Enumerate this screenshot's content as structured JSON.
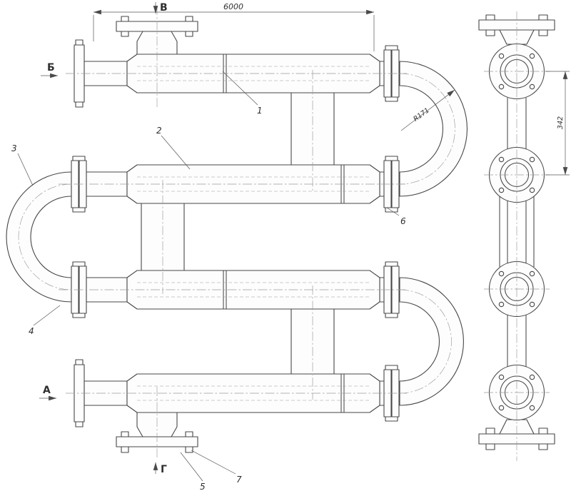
{
  "colors": {
    "line": "#474747",
    "centerline": "#9a9a9a",
    "background": "#ffffff"
  },
  "drawing": {
    "view_labels": {
      "top": "В",
      "left_upper": "Б",
      "left_lower": "А",
      "bottom": "Г"
    },
    "dimensions": {
      "overall_length": "6000",
      "bend_radius": "R171",
      "flange_spacing": "342"
    },
    "callouts": [
      "1",
      "2",
      "3",
      "4",
      "5",
      "6",
      "7"
    ]
  }
}
